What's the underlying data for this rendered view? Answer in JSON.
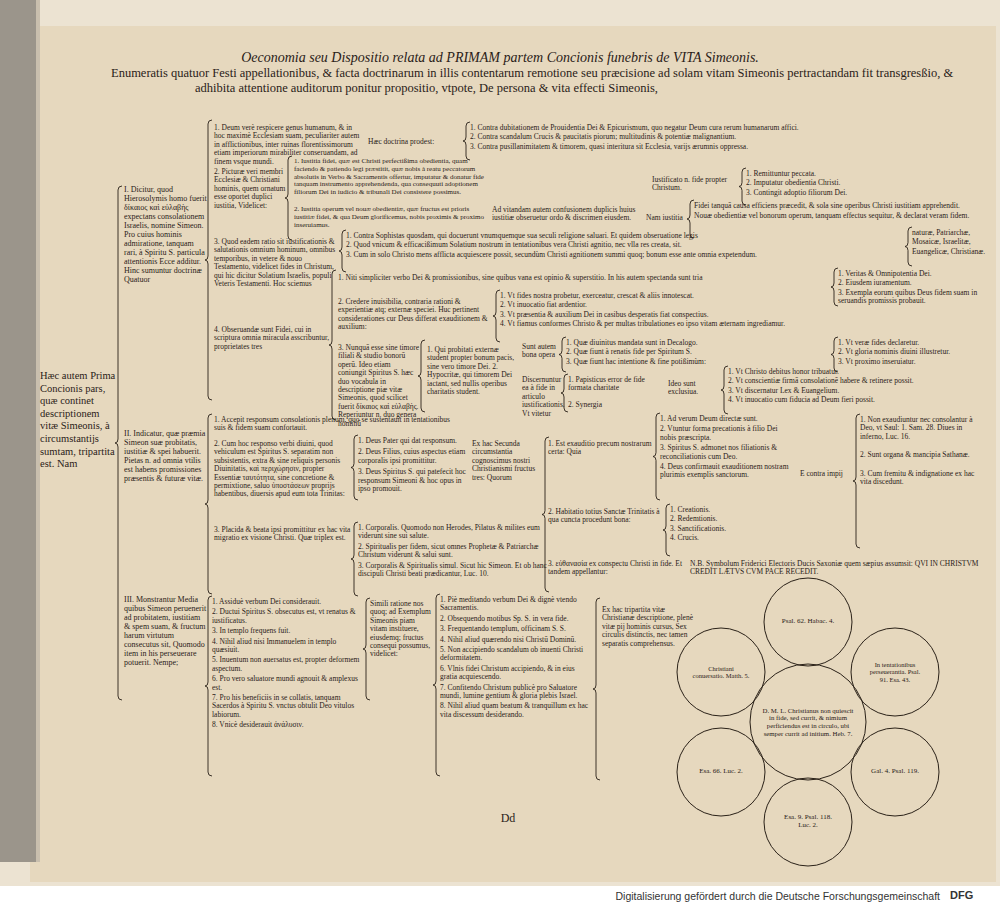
{
  "diagram": {
    "title": "Oeconomia seu Dispositio relata ad PRIMAM partem Concionis funebris de VITA Simeonis.",
    "nodes": [
      {
        "text": [
          "D. M. L. Christianus non quiescit in fide, sed currit, & nimium perficiendus est in circulo, ubi semper currit ad initium. Heb. 7."
        ]
      },
      {
        "text": [
          "Psal. 62. Habac. 4."
        ]
      },
      {
        "text": [
          "In tentationibus perseuerantia. Psal. 91. Esa. 43."
        ]
      },
      {
        "text": [
          "Gal. 4. Psal. 119."
        ]
      },
      {
        "text": [
          "Esa. 9. Psal. 118. Luc. 2."
        ]
      },
      {
        "text": [
          "Esa. 66. Luc. 2."
        ]
      },
      {
        "text": [
          "Christiani conuersatio. Matth. 5."
        ]
      }
    ],
    "labels": [
      "Enumeratis quatuor Festi appellationibus, & facta doctrinarum in illis contentarum remotione seu præcisione ad solam vitam Simeonis pertractandam fit transgresßio, & adhibita attentione auditorum ponitur propositio, vtpote, De persona & vita effecti Simeonis,",
      "Hæc autem Prima Concionis pars, quæ continet descriptionem vitæ Simeonis, à circumstantijs sumtam, tripartita est. Nam",
      "I. Dicitur, quod Hierosolymis homo fuerit δίκαιος καὶ εὐλαβὴς expectans consolationem Israelis, nomine Simeon. Pro cuius hominis admiratione, tanquam rari, à Spiritu S. particula attentionis Ecce additur. Hinc sumuntur doctrinæ Quatuor",
      "II. Indicatur, quæ præmia Simeon suæ probitatis, iustitiæ & spei habuerit. Pietas n. ad omnia vtilis est habens promissiones præsentis & futuræ vitæ.",
      "III. Monstrantur Media quibus Simeon peruenerit ad probitatem, iustitiam & spem suam, & fructum harum virtutum consecutus sit, Quomodo item in his perseuerare potuerit. Nempe;",
      "1. Deum verè respicere genus humanum, & in hoc maximè Ecclesiam suam, peculiariter autem in afflictionibus, inter ruinas florentissimorum etiam imperiorum mirabiliter conseruandam, ad finem vsque mundi.",
      "Hæc doctrina prodest:",
      "1. Contra dubitationem de Prouidentia Dei & Epicurismum, quo negatur Deum cura rerum humanarum affici.",
      "2. Contra scandalum Crucis & paucitatis piorum; multitudinis & potentiæ malignantium.",
      "3. Contra pusillanimitatem & timorem, quasi interitura sit Ecclesia, varijs ærumnis oppressa.",
      "2. Picturæ veri membri Ecclesiæ & Christiani hominis, quem ornatum esse oportet duplici iustitia, Videlicet:",
      "1. Iustitia fidei, quæ est Christi perfectißima obedientia, quam faciendo & patiendo legi præstitit, quæ nobis à reatu peccatorum absolutis in Verbo & Sacramentis offertur, imputatur & donatur fide tanquam instrumento apprehendenda, qua consequuti adoptionem filiorum Dei in iudicio & tribunali Dei consistere possimus.",
      "2. Iustitia operum vel nouæ obedientiæ, quæ fructus est prioris iustitiæ fidei, & qua Deum glorificemus, nobis proximis & proximo inseruiamus.",
      "Iustificato n. fide propter Christum.",
      "1. Remittuntur peccata.",
      "2. Imputatur obedientia Christi.",
      "3. Contingit adoptio filiorum Dei.",
      "Ad vitandam autem confusionem duplicis huius iustitiæ obseruetur ordo & discrimen eiusdem.",
      "Nam iustitia",
      "Fidei tanquā causa efficiens præcedit, & sola sine operibus Christi iustitiam apprehendit.",
      "Nouæ obedientiæ vel bonorum operum, tanquam effectus sequitur, & declarat veram fidem.",
      "3. Quod eadem ratio sit iustificationis & salutationis omnium hominum, omnibus temporibus, in vetere & nouo Testamento, videlicet fides in Christum, qui hic dicitur Solatium Israelis, populi Veteris Testamenti. Hoc sciemus",
      "1. Contra Sophistas quosdam, qui docuerunt vnumquemque sua seculi religione saluari. Et quidem obseruatione legis",
      "2. Quod vnicum & efficacißimum Solatium nostrum in tentationibus vera Christi agnitio, nec vlla res creata, sit.",
      "3. Cum in solo Christo mens afflicta acquiescere possit, secundùm Christi agnitionem summi quoq; bonum esse ante omnia expetendum.",
      "naturæ, Patriarchæ,",
      "Mosaicæ, Israelitæ,",
      "Euangelicæ, Christianæ.",
      "4. Obseruandæ sunt Fidei, cui in scriptura omnia miracula asscribuntur, proprietates tres",
      "1. Niti simpliciter verbo Dei & promissionibus, sine quibus vana est opinio & superstitio. In his autem spectanda sunt tria",
      "1. Veritas & Omnipotentia Dei.",
      "2. Eiusdem iuramentum.",
      "3. Exempla eorum quibus Deus fidem suam in seruandis promissis probauit.",
      "2. Credere inuisibilia, contraria rationi & experientiæ atq; externæ speciei. Huc pertinent considerationes cur Deus differat exauditionem & auxilium:",
      "1. Vt fides nostra probetur, exerceatur, crescat & aliis innotescat.",
      "2. Vt inuocatio fiat ardentior.",
      "3. Vt præsentia & auxilium Dei in casibus desperatis fiat conspectius.",
      "4. Vt fiamus conformes Christo & per multas tribulationes eo ipso vitam æternam ingrediamur.",
      "3. Nunquā esse sine timore filiali & studio bonorū operū. Ideo etiam coniungit Spiritus S. hæc duo vocabula in descriptione piæ vitæ Simeonis, quod scilicet fuerit δίκαιος καὶ εὐλαβὴς. Reperiuntur n. duo genera hominū",
      "1. Qui probitati externæ student propter bonum pacis, sine vero timore Dei. 2. Hypocritæ, qui timorem Dei iactant, sed nullis operibus charitatis student.",
      "Sunt autem bona opera",
      "1. Quæ diuinitus mandata sunt in Decalogo.",
      "2. Quæ fiunt à renatis fide per Spiritum S.",
      "3. Quæ fiunt hac intentione & fine potißimùm:",
      "1. Vt veræ fides declaretur.",
      "2. Vt gloria nominis diuini illustretur.",
      "3. Vt proximo inseruiatur.",
      "Discernuntur ea à fide in articulo iustificationis. Vt vitetur",
      "1. Papisticus error de fide formata charitate",
      "2. Synergia",
      "Ideo sunt exclusiua.",
      "1. Vt Christo debitus honor tribuatur.",
      "2. Vt conscientiæ firmā consolationē habere & retinere possit.",
      "3. Vt discernatur Lex & Euangelium.",
      "4. Vt inuocatio cum fiducia ad Deum fieri possit.",
      "1. Accepit responsum consolationis plenum, quo se sustentauit in tentationibus suis & fidem suam confortauit.",
      "2. Cum hoc responso verbi diuini, quod vehiculum est Spiritus S. separatim non subsistentis, extra & sine reliquis personis Diuinitatis, καὶ περιχώρησιν, propter Essentiæ ταυτότητα, sine concretione & permixtione, saluo ὑποστάσεων proprijs habentibus, diuersis apud eum tota Trinitas:",
      "1. Deus Pater qui dat responsum.",
      "2. Deus Filius, cuius aspectus etiam corporalis ipsi promittitur.",
      "3. Deus Spiritus S. qui patefecit hoc responsum Simeoni & hoc opus in ipso promouit.",
      "Ex hac Secunda circumstantia cognoscimus nostri Christianismi fructus tres: Quorum",
      "1. Est exauditio precum nostrarum certa: Quia",
      "1. Ad verum Deum directæ sunt.",
      "2. Vtuntur forma precationis à filio Dei nobis præscripta.",
      "3. Spiritus S. admonet nos filiationis & reconciliationis cum Deo.",
      "4. Deus confirmauit exauditionem nostram plurimis exemplis sanctorum.",
      "E contra impij",
      "1. Non exaudiuntur nec consolantur à Deo, vt Saul: 1. Sam. 28. Diues in inferno, Luc. 16.",
      "2. Sunt organa & mancipia Sathanæ.",
      "3. Cum fremitu & indignatione ex hac vita discedunt.",
      "2. Habitatio totius Sanctæ Trinitatis à qua cuncta procedunt bona:",
      "1. Creationis.",
      "2. Redemtionis.",
      "3. Sanctificationis.",
      "4. Crucis.",
      "3. εὐθανασία ex conspectu Christi in fide. Et tandem appellantur:",
      "N.B. Symbolum Friderici Electoris Ducis Saxoniæ quem sæpius assumsit: QVI IN CHRISTVM CREDIT LÆTVS CVM PACE RECEDIT.",
      "3. Placida & beata ipsi promittitur ex hac vita migratio ex visione Christi. Quæ triplex est.",
      "1. Corporalis. Quomodo non Herodes, Pilatus & milites eum viderunt sine sui salute.",
      "2. Spiritualis per fidem, sicut omnes Prophetæ & Patriarchæ Christum viderunt & salui sunt.",
      "3. Corporalis & Spiritualis simul. Sicut hic Simeon. Et ob hanc discipuli Christi beati prædicantur, Luc. 10.",
      "1. Assiduè verbum Dei considerauit.",
      "2. Ductui Spiritus S. obsecutus est, vt renatus & iustificatus.",
      "3. In templo frequens fuit.",
      "4. Nihil aliud nisi Immanuelem in templo quæsiuit.",
      "5. Inuentum non auersatus est, propter deformem aspectum.",
      "6. Pro vero saluatore mundi agnouit & amplexus est.",
      "7. Pro his beneficiis in se collatis, tanquam Sacerdos à Spiritu S. vnctus obtulit Deo vitulos labiorum.",
      "8. Vnicè desiderauit ἀνάλυσιν.",
      "Simili ratione nos quoq; ad Exemplum Simeonis piam vitam instituere, eiusdemq; fructus consequi possumus, videlicet:",
      "1. Piè meditando verbum Dei & dignè vtendo Sacramentis.",
      "2. Obsequendo motibus Sp. S. in vera fide.",
      "3. Frequentando templum, officinam S. S.",
      "4. Nihil aliud quærendo nisi Christū Dominū.",
      "5. Non accipiendo scandalum ob inuenti Christi deformitatem.",
      "6. Vlnis fidei Christum accipiendo, & in eius gratia acquiescendo.",
      "7. Confitendo Christum publicè pro Saluatore mundi, lumine gentium & gloria plebis Israel.",
      "8. Nihil aliud quam beatum & tranquillum ex hac vita discessum desiderando.",
      "Ex hac tripartita vitæ Christianæ descriptione, plenè vitæ pij hominis cursus, Sex circulis distinctis, nec tamen separatis comprehensus.",
      "Dd",
      "Digitalisierung gefördert durch die Deutsche Forschungsgemeinschaft",
      "DFG"
    ]
  }
}
